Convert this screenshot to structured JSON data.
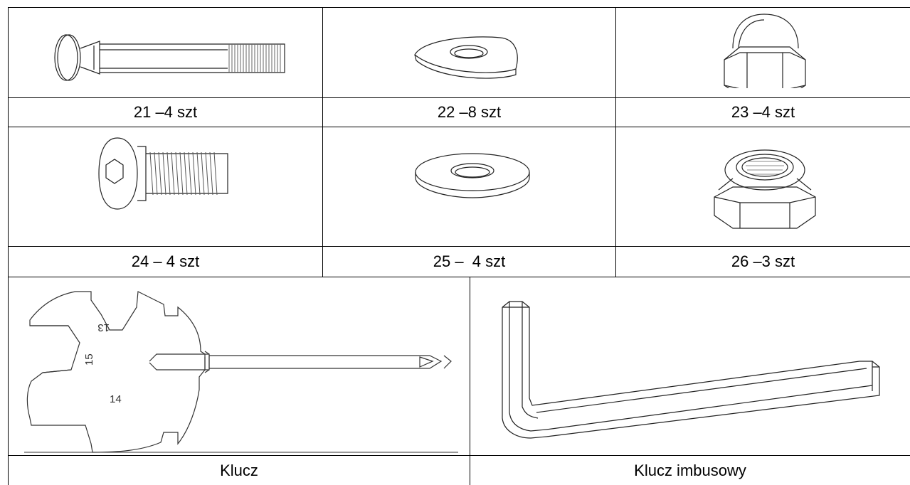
{
  "parts": [
    {
      "label": "21 –4 szt",
      "icon": "carriage-bolt"
    },
    {
      "label": "22 –8 szt",
      "icon": "curved-washer"
    },
    {
      "label": "23 –4 szt",
      "icon": "cap-nut"
    },
    {
      "label": "24 – 4 szt",
      "icon": "button-head-hex-bolt"
    },
    {
      "label": "25 –  4 szt",
      "icon": "flat-washer"
    },
    {
      "label": "26 –3 szt",
      "icon": "lock-nut"
    }
  ],
  "tools": [
    {
      "label": "Klucz",
      "icon": "multi-wrench",
      "sizes": [
        "13",
        "15",
        "14"
      ]
    },
    {
      "label": "Klucz imbusowy",
      "icon": "hex-key"
    }
  ]
}
